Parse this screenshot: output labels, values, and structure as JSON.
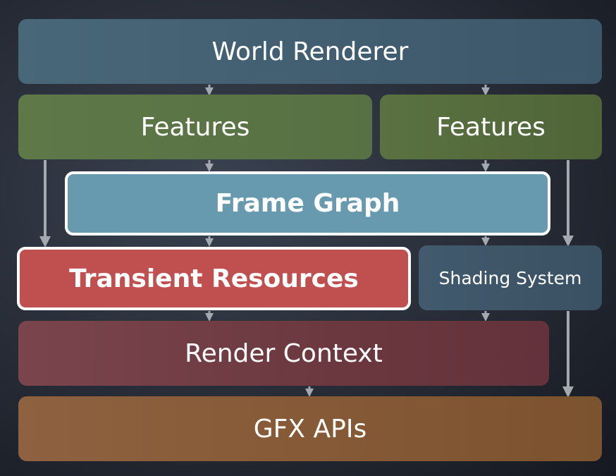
{
  "diagram": {
    "boxes": {
      "world_renderer": "World Renderer",
      "features_left": "Features",
      "features_right": "Features",
      "frame_graph": "Frame Graph",
      "transient_resources": "Transient Resources",
      "shading_system": "Shading System",
      "render_context": "Render Context",
      "gfx_apis": "GFX APIs"
    },
    "colors": {
      "world_renderer": "#486779",
      "features": "#5e7848",
      "frame_graph": "#6799af",
      "transient_resources": "#c05050",
      "shading_system": "#425a6d",
      "render_context": "#6c3840",
      "gfx_apis": "#865a36",
      "arrow": "#9aa0a8",
      "highlight_border": "#ffffff"
    }
  }
}
